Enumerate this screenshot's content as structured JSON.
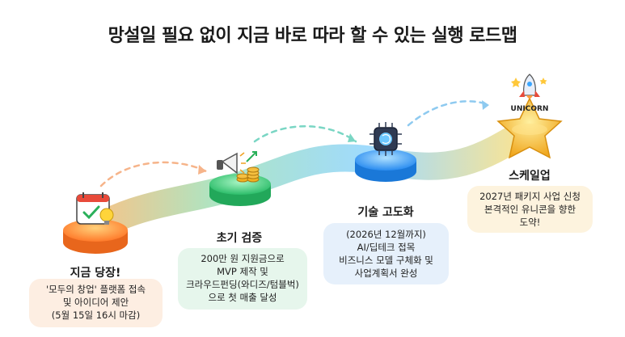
{
  "title": "망설일 필요 없이 지금 바로 따라 할 수 있는 실행 로드맵",
  "colors": {
    "stage1": "#ff9a3c",
    "stage2": "#4fd08a",
    "stage3": "#3aa6ff",
    "stage4": "#ffc83a",
    "card1_bg": "#fdeee2",
    "card2_bg": "#e6f6ec",
    "card3_bg": "#e6f0fb",
    "card4_bg": "#fdf3de"
  },
  "stages": [
    {
      "title": "지금 당장!",
      "icon": "calendar-check-bulb-icon",
      "lines": [
        "'모두의 창업' 플랫폼 접속",
        "및 아이디어 제안",
        "(5월 15일 16시 마감)"
      ]
    },
    {
      "title": "초기 검증",
      "icon": "megaphone-coins-icon",
      "lines": [
        "200만 원 지원금으로",
        "MVP 제작 및",
        "크라우드펀딩(와디즈/텀블벅)",
        "으로 첫 매출 달성"
      ]
    },
    {
      "title": "기술 고도화",
      "icon": "ai-chip-brain-icon",
      "lines": [
        "(2026년 12월까지)",
        "AI/딥테크 접목",
        "비즈니스 모델 구체화 및",
        "사업계획서 완성"
      ]
    },
    {
      "title": "스케일업",
      "icon": "rocket-unicorn-star-icon",
      "badge": "UNICORN",
      "lines": [
        "2027년 패키지 사업 신청",
        "본격적인 유니콘을 향한",
        "도약!"
      ]
    }
  ]
}
